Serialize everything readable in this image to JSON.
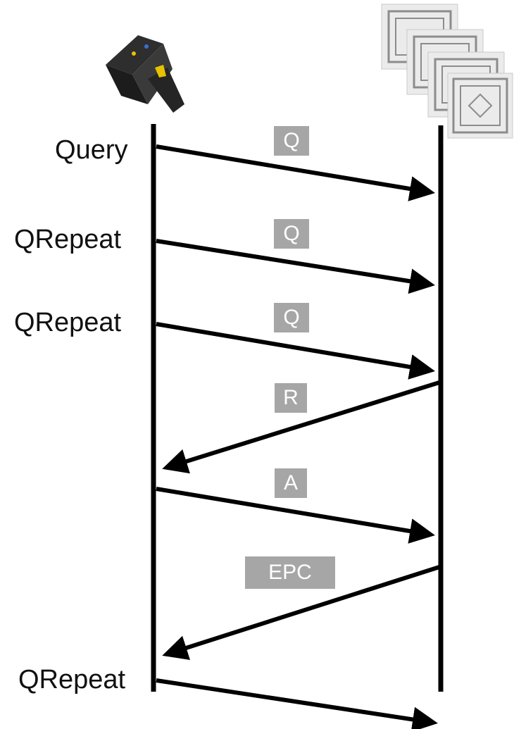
{
  "reader": {
    "icon": "rfid-reader-gun-icon"
  },
  "tags": {
    "icon": "rfid-tag-stack-icon",
    "count": 4
  },
  "commands": [
    {
      "label": "Query"
    },
    {
      "label": "QRepeat"
    },
    {
      "label": "QRepeat"
    },
    {
      "label": "QRepeat"
    }
  ],
  "messages": [
    {
      "label": "Q",
      "direction": "reader-to-tag"
    },
    {
      "label": "Q",
      "direction": "reader-to-tag"
    },
    {
      "label": "Q",
      "direction": "reader-to-tag"
    },
    {
      "label": "R",
      "direction": "tag-to-reader"
    },
    {
      "label": "A",
      "direction": "reader-to-tag"
    },
    {
      "label": "EPC",
      "direction": "tag-to-reader"
    },
    {
      "label": "",
      "direction": "reader-to-tag"
    }
  ],
  "colors": {
    "line": "#000000",
    "label_box": "#a6a6a6",
    "label_text": "#ffffff"
  }
}
